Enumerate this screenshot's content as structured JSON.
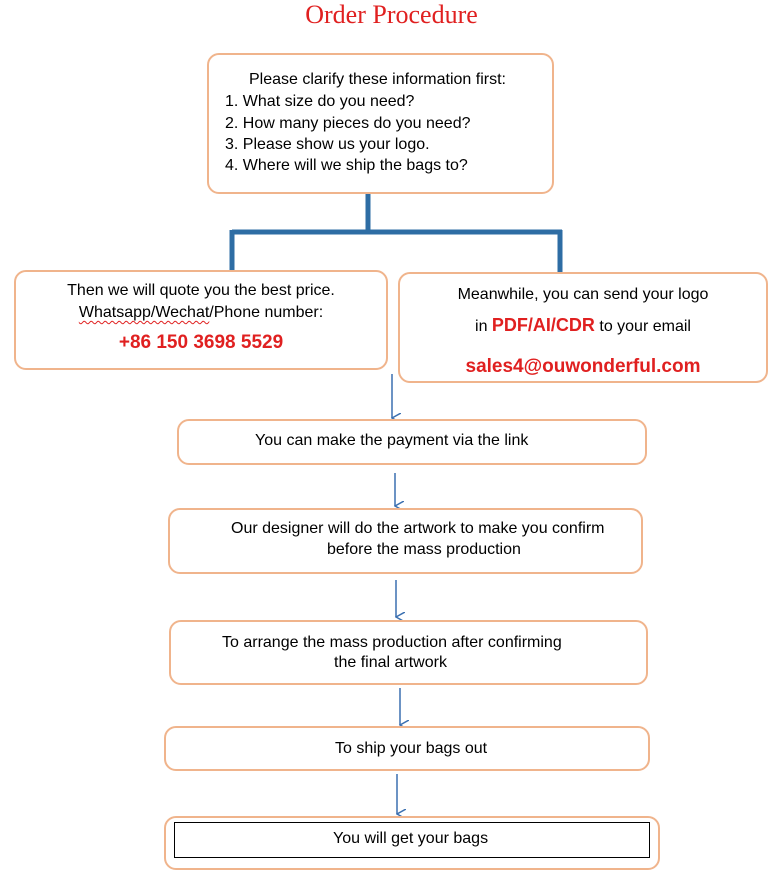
{
  "title": "Order Procedure",
  "top_box": {
    "heading": "Please clarify these information first:",
    "items": [
      "1. What size do you need?",
      "2. How many pieces do you need?",
      "3. Please show us your logo.",
      "4. Where will we ship the bags to?"
    ]
  },
  "left_box": {
    "line1": "Then we will quote you the best price.",
    "line2_part1": "Whatsapp/Wechat",
    "line2_part2": "/Phone number:",
    "phone": "+86 150 3698 5529"
  },
  "right_box": {
    "line1": "Meanwhile, you can send your logo",
    "line2_prefix": "in ",
    "formats": "PDF/AI/CDR",
    "line2_suffix": " to your email",
    "email": "sales4@ouwonderful.com"
  },
  "steps": [
    {
      "lines": [
        "You can make the payment via the link"
      ]
    },
    {
      "lines": [
        "Our designer will do the artwork to make you confirm",
        "before the mass production"
      ]
    },
    {
      "lines": [
        "To arrange the mass production after confirming",
        "the final artwork"
      ]
    },
    {
      "lines": [
        "To ship your bags out"
      ]
    },
    {
      "lines": [
        "You will get your bags"
      ]
    }
  ],
  "colors": {
    "title": "#e02020",
    "box_border": "#f0b48c",
    "connector": "#2e6da4",
    "arrow": "#3a6fb0",
    "highlight": "#e02020"
  }
}
